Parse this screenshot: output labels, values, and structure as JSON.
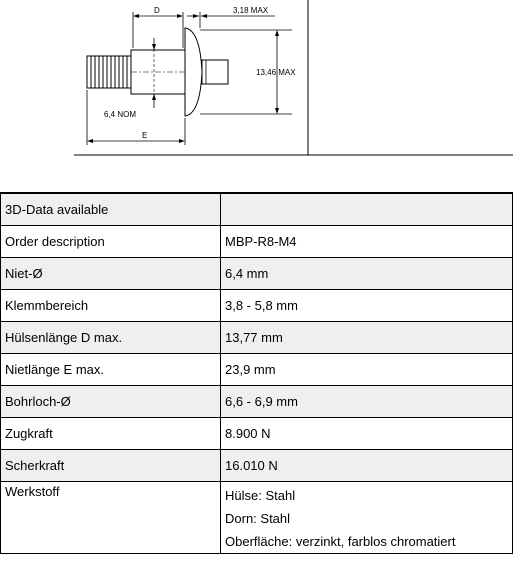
{
  "drawing": {
    "dims": {
      "d": "D",
      "head_thickness": "3,18 MAX",
      "head_diameter": "13,46 MAX",
      "body_diameter": "6,4 NOM",
      "e": "E"
    }
  },
  "spec_table": {
    "rows": [
      {
        "label": "3D-Data available",
        "value": ""
      },
      {
        "label": "Order description",
        "value": "MBP-R8-M4"
      },
      {
        "label": "Niet-Ø",
        "value": "6,4 mm"
      },
      {
        "label": "Klemmbereich",
        "value": "3,8 - 5,8 mm"
      },
      {
        "label": "Hülsenlänge D max.",
        "value": "13,77 mm"
      },
      {
        "label": "Nietlänge E max.",
        "value": "23,9 mm"
      },
      {
        "label": "Bohrloch-Ø",
        "value": "6,6 - 6,9 mm"
      },
      {
        "label": "Zugkraft",
        "value": "8.900 N"
      },
      {
        "label": "Scherkraft",
        "value": "16.010 N"
      }
    ],
    "material": {
      "label": "Werkstoff",
      "lines": [
        "Hülse: Stahl",
        "Dorn: Stahl",
        "Oberfläche: verzinkt, farblos chromatiert"
      ]
    }
  }
}
